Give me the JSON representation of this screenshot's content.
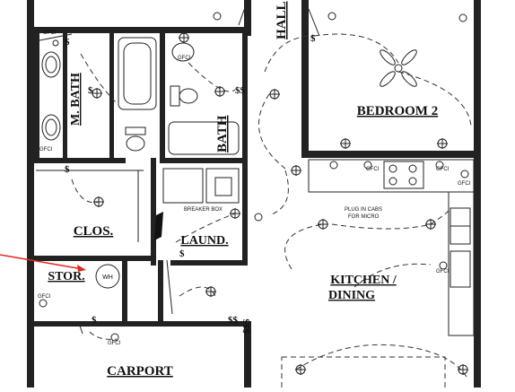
{
  "rooms": {
    "hall": "HALL",
    "bedroom2": "BEDROOM 2",
    "master_bath": "M. BATH",
    "bath": "BATH",
    "closet": "CLOS.",
    "laundry": "LAUND.",
    "storage": "STOR.",
    "kitchen_line1": "KITCHEN /",
    "kitchen_line2": "DINING",
    "carport": "CARPORT"
  },
  "notes": {
    "breaker_box": "BREAKER BOX",
    "plug_line1": "PLUG IN CABS",
    "plug_line2": "FOR MICRO",
    "water_heater": "WH",
    "gfci": "GFCI"
  },
  "symbols": {
    "switch": "$",
    "double_switch": "$$",
    "triple_switch": "$$$"
  },
  "colors": {
    "wall": "#222222",
    "pointer_arrow": "#e0281e",
    "background": "#ffffff"
  }
}
